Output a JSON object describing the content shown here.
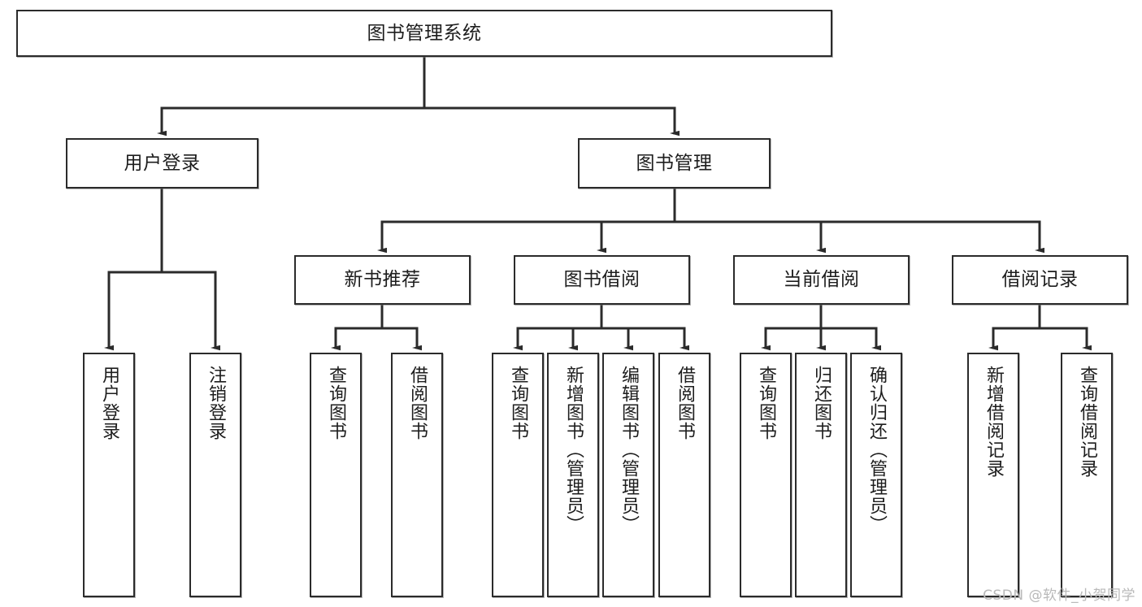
{
  "diagram": {
    "title": "图书管理系统",
    "type": "tree-hierarchy",
    "colors": {
      "box_border": "#2b2b2b",
      "box_fill": "#ffffff",
      "edge": "#2b2b2b",
      "text": "#1d1d1d",
      "watermark": "#b9b9b9"
    }
  },
  "root": {
    "label": "图书管理系统"
  },
  "level1": [
    {
      "id": "user-login",
      "label": "用户登录"
    },
    {
      "id": "book-manage",
      "label": "图书管理"
    }
  ],
  "level2": [
    {
      "id": "new-book-recommend",
      "label": "新书推荐",
      "parent": "book-manage"
    },
    {
      "id": "book-borrow",
      "label": "图书借阅",
      "parent": "book-manage"
    },
    {
      "id": "current-borrow",
      "label": "当前借阅",
      "parent": "book-manage"
    },
    {
      "id": "borrow-record",
      "label": "借阅记录",
      "parent": "book-manage"
    }
  ],
  "leaves": [
    {
      "id": "leaf-user-login",
      "label": "用户登录",
      "parent": "user-login"
    },
    {
      "id": "leaf-logout-login",
      "label": "注销登录",
      "parent": "user-login"
    },
    {
      "id": "leaf-query-book-1",
      "label": "查询图书",
      "parent": "new-book-recommend"
    },
    {
      "id": "leaf-borrow-book-1",
      "label": "借阅图书",
      "parent": "new-book-recommend"
    },
    {
      "id": "leaf-query-book-2",
      "label": "查询图书",
      "parent": "book-borrow"
    },
    {
      "id": "leaf-add-book",
      "label": "新增图书（管理员）",
      "parent": "book-borrow"
    },
    {
      "id": "leaf-edit-book",
      "label": "编辑图书（管理员）",
      "parent": "book-borrow"
    },
    {
      "id": "leaf-borrow-book-2",
      "label": "借阅图书",
      "parent": "book-borrow"
    },
    {
      "id": "leaf-query-book-3",
      "label": "查询图书",
      "parent": "current-borrow"
    },
    {
      "id": "leaf-return-book",
      "label": "归还图书",
      "parent": "current-borrow"
    },
    {
      "id": "leaf-confirm-return",
      "label": "确认归还（管理员）",
      "parent": "current-borrow"
    },
    {
      "id": "leaf-add-record",
      "label": "新增借阅记录",
      "parent": "borrow-record"
    },
    {
      "id": "leaf-query-record",
      "label": "查询借阅记录",
      "parent": "borrow-record"
    }
  ],
  "watermark": {
    "text": "CSDN @软件_小贺同学"
  }
}
